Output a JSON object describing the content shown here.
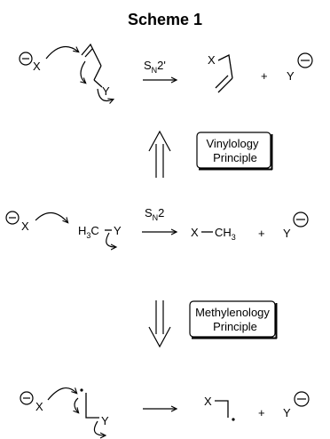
{
  "title": "Scheme 1",
  "reaction_top": {
    "nucleophile": "X",
    "leaving_group": "Y",
    "condition_main": "S",
    "condition_sub": "N",
    "condition_suffix": "2'",
    "product_atom": "X",
    "plus": "+",
    "byproduct": "Y"
  },
  "vinylology": {
    "line1": "Vinylology",
    "line2": "Principle"
  },
  "reaction_mid": {
    "nucleophile": "X",
    "substrate_h": "H",
    "substrate_sub": "3",
    "substrate_c": "C",
    "leaving_group": "Y",
    "condition_main": "S",
    "condition_sub": "N",
    "condition_suffix": "2",
    "product_x": "X",
    "product_ch": "CH",
    "product_sub": "3",
    "plus": "+",
    "byproduct": "Y"
  },
  "methylenology": {
    "line1": "Methylenology",
    "line2": "Principle"
  },
  "reaction_bottom": {
    "nucleophile": "X",
    "leaving_group": "Y",
    "product_atom": "X",
    "plus": "+",
    "byproduct": "Y"
  }
}
